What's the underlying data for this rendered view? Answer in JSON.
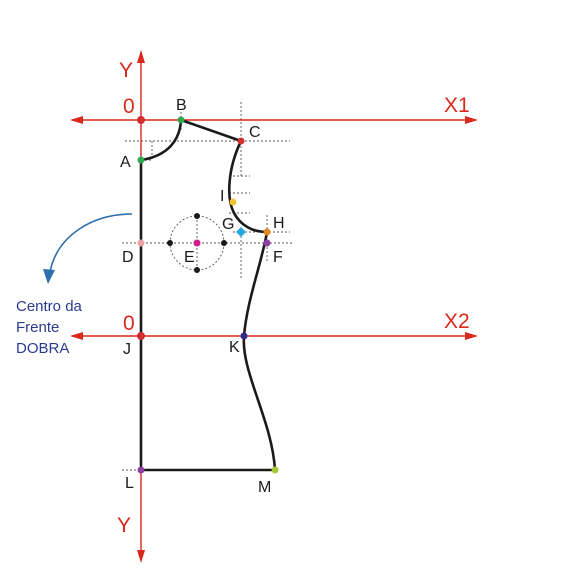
{
  "axes": {
    "y_top": "Y",
    "y_bottom": "Y",
    "x1": "X1",
    "x2": "X2",
    "origin_1": "0",
    "origin_2": "0"
  },
  "points": [
    {
      "id": "A",
      "color": "#2fa84f"
    },
    {
      "id": "B",
      "color": "#2fa84f"
    },
    {
      "id": "C",
      "color": "#d32f2f"
    },
    {
      "id": "I",
      "color": "#f2c230"
    },
    {
      "id": "G",
      "color": "#22a9e0"
    },
    {
      "id": "H",
      "color": "#e08a1e"
    },
    {
      "id": "F",
      "color": "#8e3fa6"
    },
    {
      "id": "D",
      "color": "#e9a2a2"
    },
    {
      "id": "E",
      "color": "#d21a8c"
    },
    {
      "id": "J",
      "color": "#d32f2f"
    },
    {
      "id": "K",
      "color": "#2d2a8c"
    },
    {
      "id": "L",
      "color": "#8e3fa6"
    },
    {
      "id": "M",
      "color": "#a8c83a"
    }
  ],
  "note": {
    "lines": [
      "Centro da",
      "Frente",
      "DOBRA"
    ],
    "color": "#2b3a8f"
  },
  "colors": {
    "axis": "#d9291c",
    "pattern": "#1a1a1a",
    "note_arrow": "#2e6fad"
  }
}
